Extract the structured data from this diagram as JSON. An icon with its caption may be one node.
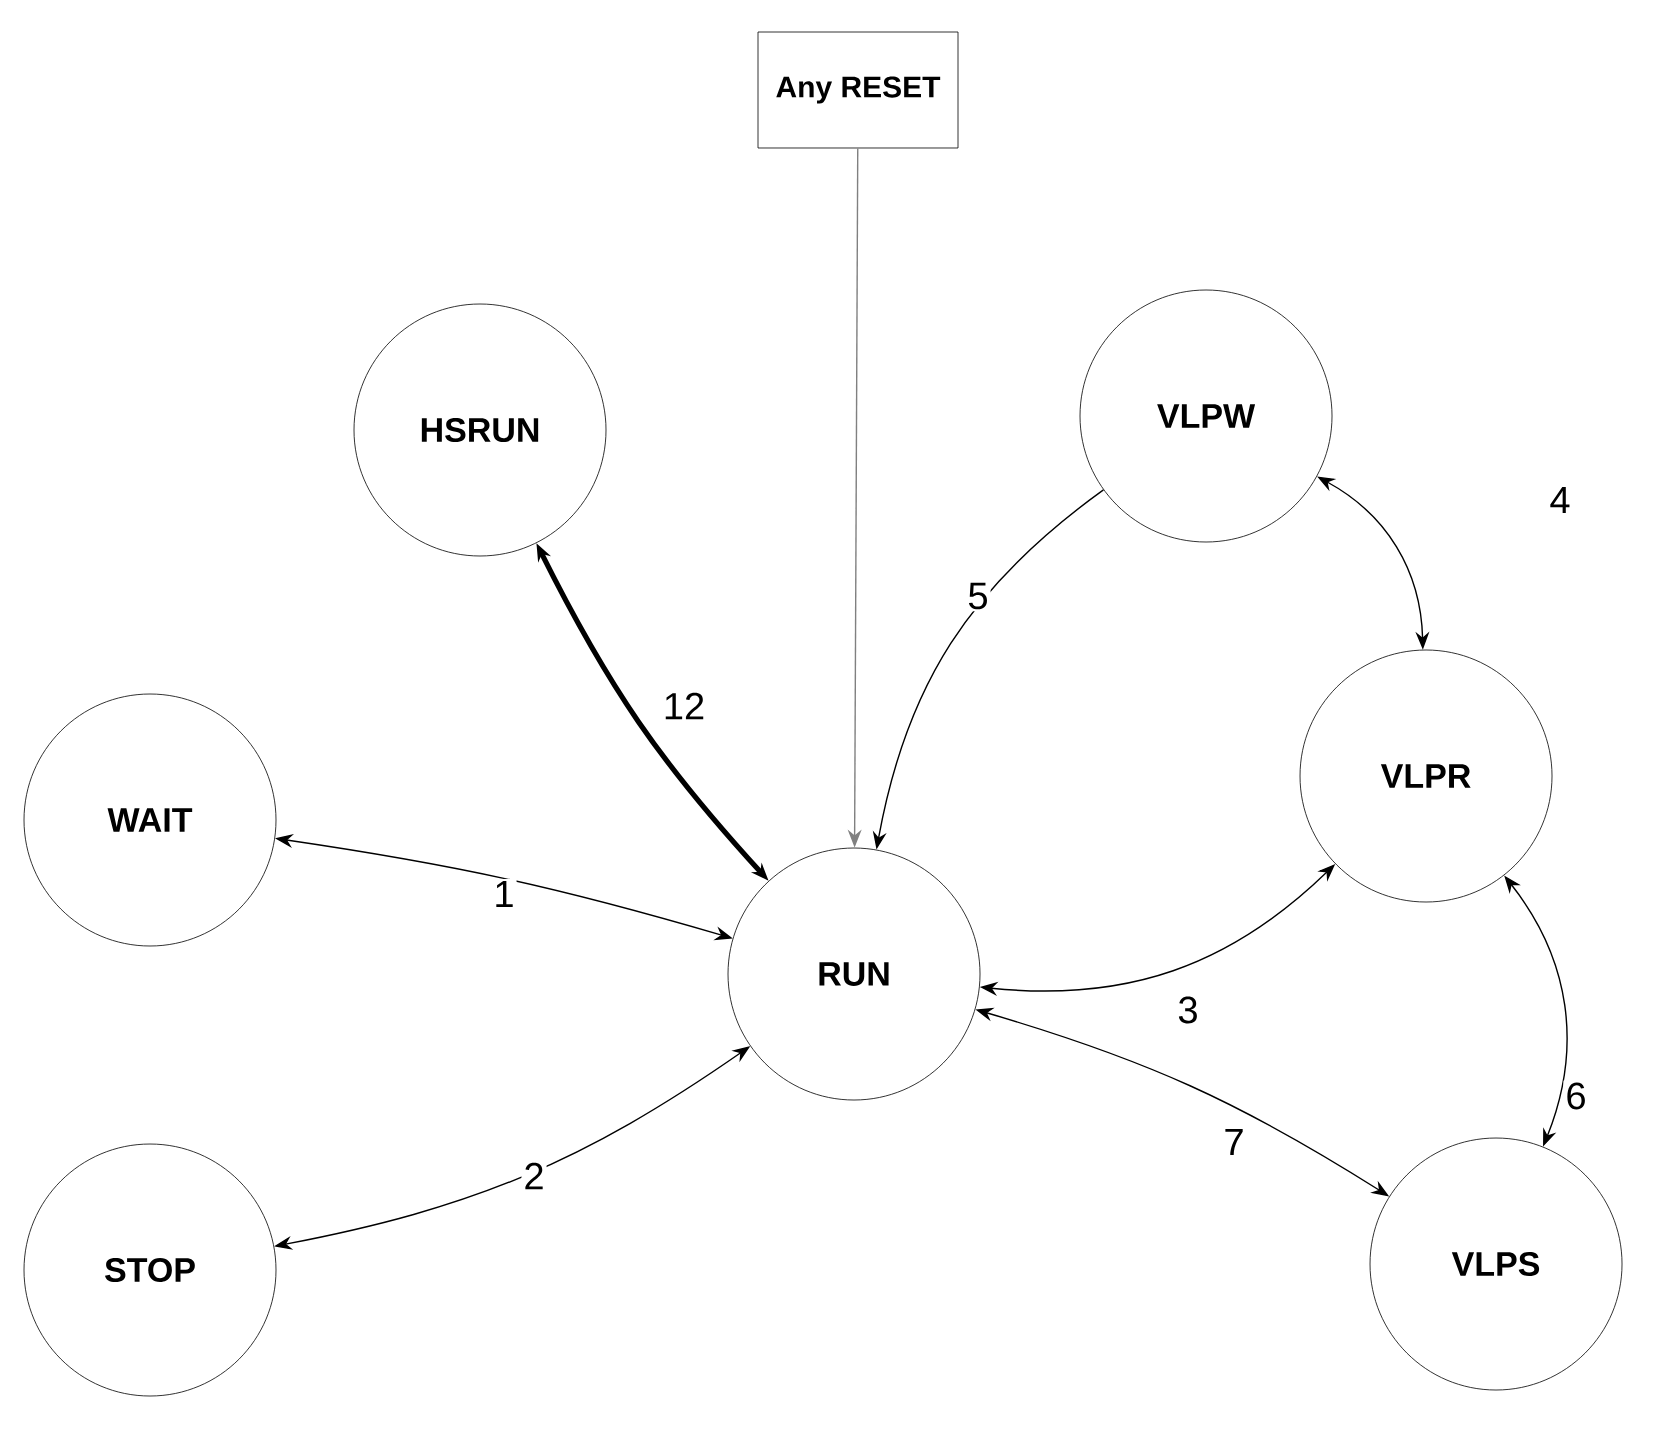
{
  "diagram": {
    "nodes": [
      {
        "text": [
          "Any RESET"
        ]
      },
      {
        "text": [
          "HSRUN"
        ]
      },
      {
        "text": [
          "VLPW"
        ]
      },
      {
        "text": [
          "WAIT"
        ]
      },
      {
        "text": [
          "VLPR"
        ]
      },
      {
        "text": [
          "RUN"
        ]
      },
      {
        "text": [
          "STOP"
        ]
      },
      {
        "text": [
          "VLPS"
        ]
      }
    ],
    "edges": [
      {
        "from": 0,
        "to": 5,
        "arrow": "to",
        "color": "#808080"
      },
      {
        "from": 1,
        "to": 5,
        "arrow": "both",
        "label": "12",
        "style": "thick"
      },
      {
        "from": 2,
        "to": 5,
        "arrow": "to",
        "label": "5"
      },
      {
        "from": 2,
        "to": 4,
        "arrow": "both",
        "label": "4"
      },
      {
        "from": 3,
        "to": 5,
        "arrow": "both",
        "label": "1"
      },
      {
        "from": 5,
        "to": 4,
        "arrow": "both",
        "label": "3"
      },
      {
        "from": 4,
        "to": 7,
        "arrow": "both",
        "label": "6"
      },
      {
        "from": 6,
        "to": 5,
        "arrow": "both",
        "label": "2"
      },
      {
        "from": 5,
        "to": 7,
        "arrow": "both",
        "label": "7"
      }
    ]
  }
}
